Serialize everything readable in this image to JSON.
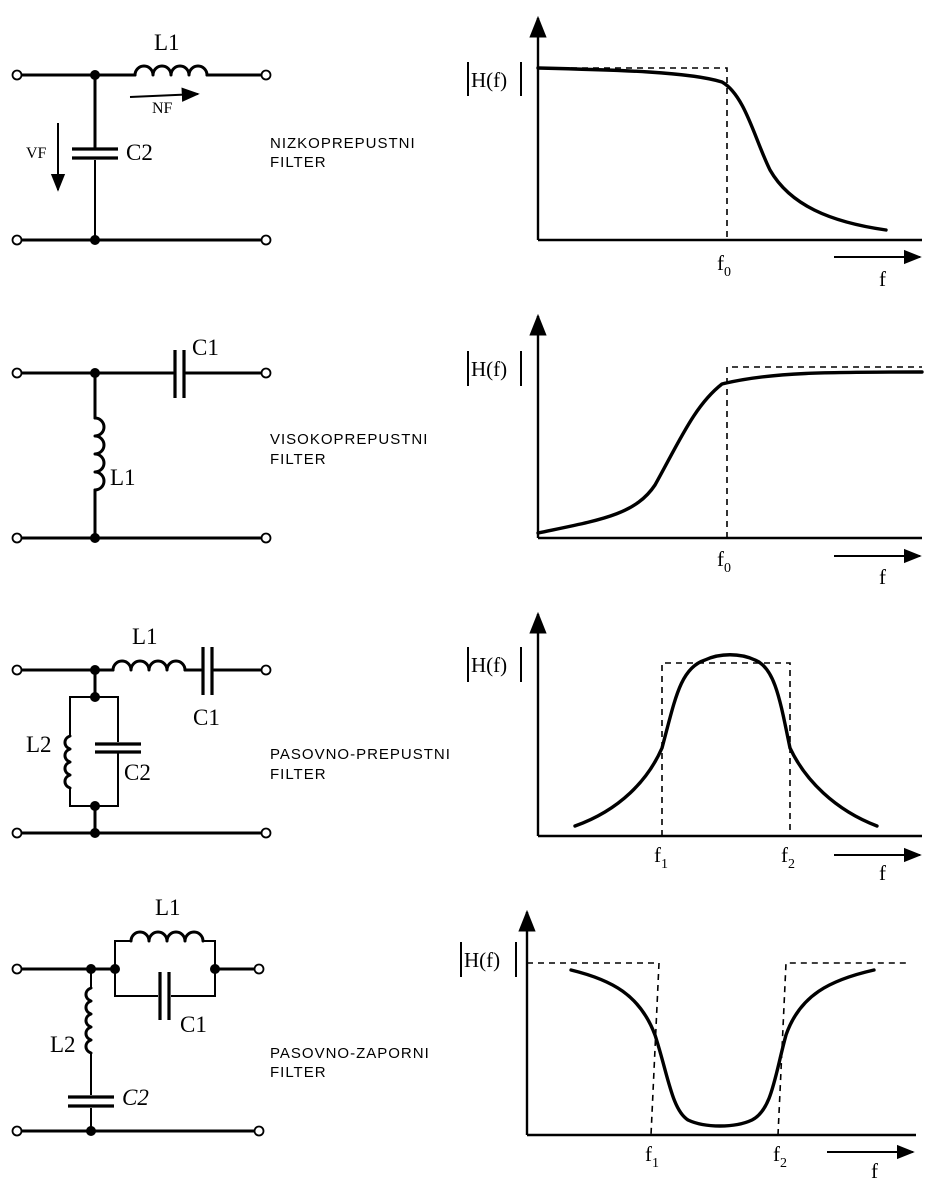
{
  "low_pass": {
    "filter_name_line1": "NIZKOPREPUSTNI",
    "filter_name_line2": "FILTER",
    "inductor": "L1",
    "capacitor": "C2",
    "low_freq_arrow": "NF",
    "high_freq_arrow": "VF",
    "plot": {
      "ylabel": "H(f)",
      "xlabel": "f",
      "tick_base": "f",
      "tick_sub": "0"
    }
  },
  "high_pass": {
    "filter_name_line1": "VISOKOPREPUSTNI",
    "filter_name_line2": "FILTER",
    "capacitor": "C1",
    "inductor": "L1",
    "plot": {
      "ylabel": "H(f)",
      "xlabel": "f",
      "tick_base": "f",
      "tick_sub": "0"
    }
  },
  "band_pass": {
    "filter_name_line1": "PASOVNO-PREPUSTNI",
    "filter_name_line2": "FILTER",
    "series_inductor": "L1",
    "series_capacitor": "C1",
    "shunt_inductor": "L2",
    "shunt_capacitor": "C2",
    "plot": {
      "ylabel": "H(f)",
      "xlabel": "f",
      "tick1_base": "f",
      "tick1_sub": "1",
      "tick2_base": "f",
      "tick2_sub": "2"
    }
  },
  "band_stop": {
    "filter_name_line1": "PASOVNO-ZAPORNI",
    "filter_name_line2": "FILTER",
    "parallel_inductor": "L1",
    "parallel_capacitor": "C1",
    "shunt_inductor": "L2",
    "shunt_capacitor": "C2",
    "plot": {
      "ylabel": "H(f)",
      "xlabel": "f",
      "tick1_base": "f",
      "tick1_sub": "1",
      "tick2_base": "f",
      "tick2_sub": "2"
    }
  }
}
